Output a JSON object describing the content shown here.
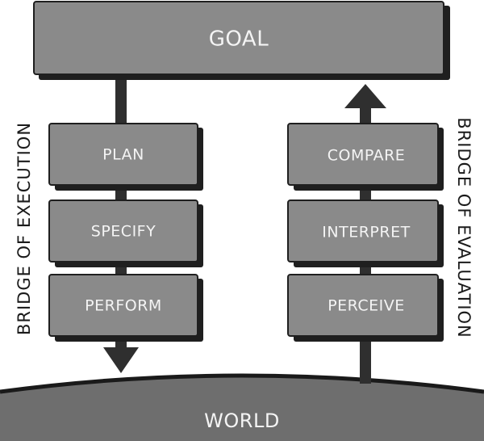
{
  "goal": {
    "label": "GOAL"
  },
  "execution": {
    "side_label": "BRIDGE OF EXECUTION",
    "steps": [
      "PLAN",
      "SPECIFY",
      "PERFORM"
    ]
  },
  "evaluation": {
    "side_label": "BRIDGE OF EVALUATION",
    "steps": [
      "COMPARE",
      "INTERPRET",
      "PERCEIVE"
    ]
  },
  "world": {
    "label": "WORLD"
  },
  "colors": {
    "box_fill": "#8a8a8a",
    "box_shadow": "#1f1f1f",
    "arrow": "#2f2f2f",
    "world_fill": "#6e6e6e",
    "label_text": "#f4f4f4",
    "side_text": "#1a1a1a"
  }
}
